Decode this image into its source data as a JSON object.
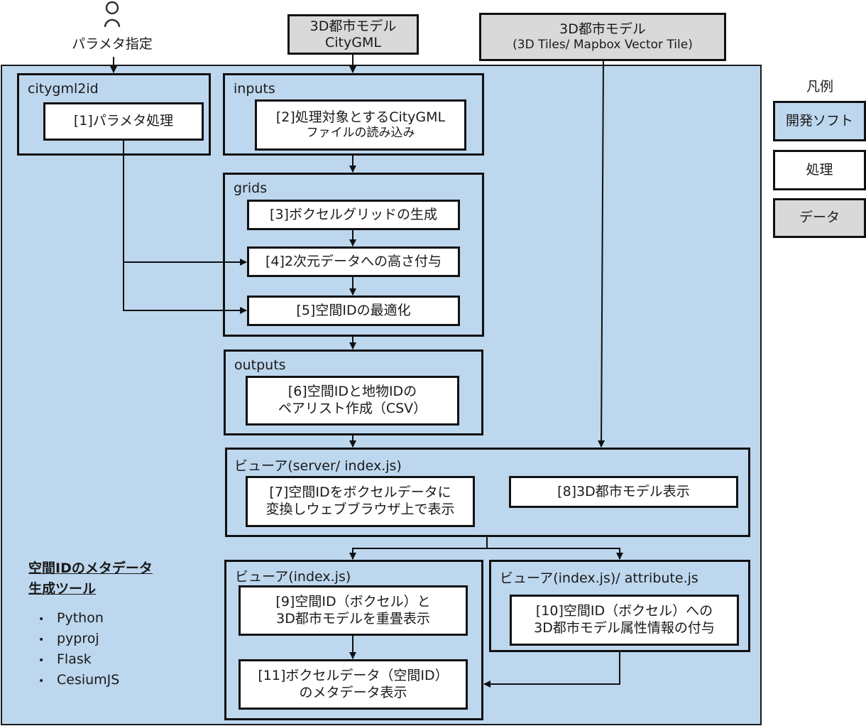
{
  "actor": {
    "icon": "person-icon",
    "label": "パラメタ指定"
  },
  "data_sources": {
    "citygml": {
      "line1": "3D都市モデル",
      "line2": "CityGML"
    },
    "tiles": {
      "line1": "3D都市モデル",
      "line2": "(3D Tiles/  Mapbox Vector Tile)"
    }
  },
  "groups": {
    "citygml2id": "citygml2id",
    "inputs": "inputs",
    "grids": "grids",
    "outputs": "outputs",
    "viewer_server": "ビューア(server/ index.js)",
    "viewer_index": "ビューア(index.js)",
    "viewer_attr": "ビューア(index.js)/ attribute.js"
  },
  "processes": {
    "p1": "[1]パラメタ処理",
    "p2_line1": "[2]処理対象とするCityGML",
    "p2_line2": "ファイルの読み込み",
    "p3": "[3]ボクセルグリッドの生成",
    "p4": "[4]2次元データへの高さ付与",
    "p5": "[5]空間IDの最適化",
    "p6_line1": "[6]空間IDと地物IDの",
    "p6_line2": "ペアリスト作成（CSV）",
    "p7_line1": "[7]空間IDをボクセルデータに",
    "p7_line2": "変換しウェブブラウザ上で表示",
    "p8": "[8]3D都市モデル表示",
    "p9_line1": "[9]空間ID（ボクセル）と",
    "p9_line2": "3D都市モデルを重畳表示",
    "p10_line1": "[10]空間ID（ボクセル）への",
    "p10_line2": "3D都市モデル属性情報の付与",
    "p11_line1": "[11]ボクセルデータ（空間ID）",
    "p11_line2": "のメタデータ表示"
  },
  "tool_info": {
    "title_line1": "空間IDのメタデータ",
    "title_line2": "生成ツール",
    "items": [
      "Python",
      "pyproj",
      "Flask",
      "CesiumJS"
    ]
  },
  "legend": {
    "title": "凡例",
    "items": [
      {
        "label": "開発ソフト",
        "color": "#bdd7ee"
      },
      {
        "label": "処理",
        "color": "#ffffff"
      },
      {
        "label": "データ",
        "color": "#d9d9d9"
      }
    ]
  },
  "colors": {
    "software": "#bdd7ee",
    "process": "#ffffff",
    "data": "#d9d9d9",
    "line": "#111111"
  }
}
